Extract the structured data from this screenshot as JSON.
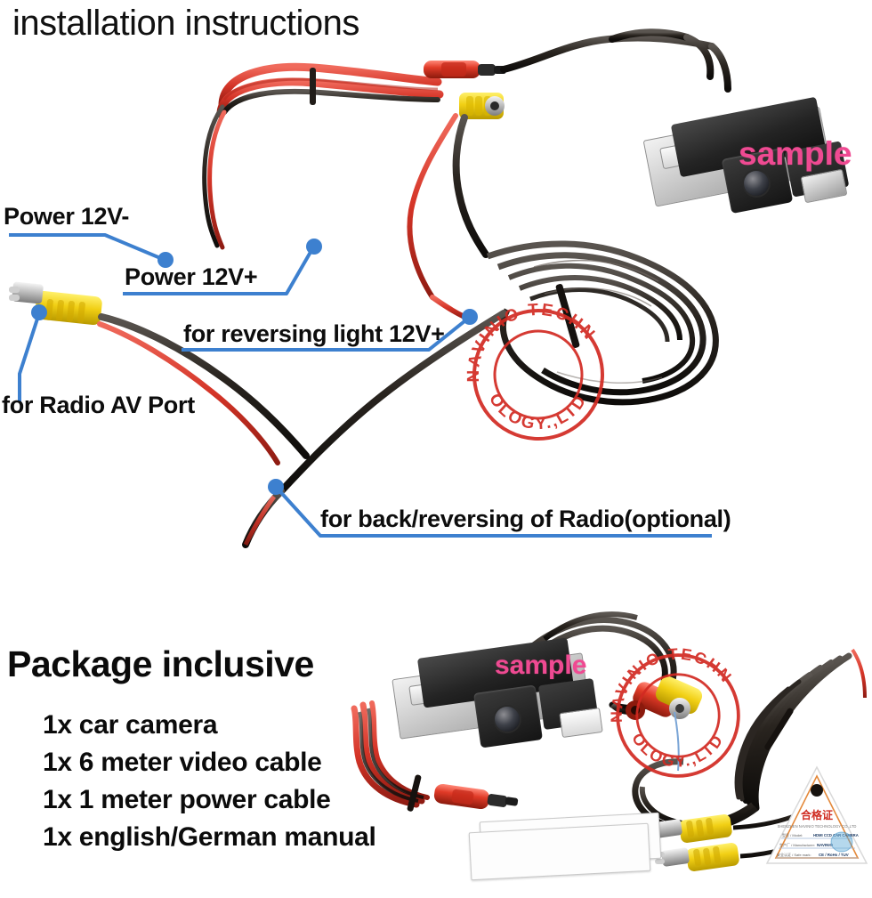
{
  "sections": {
    "install": {
      "heading": "installation instructions",
      "callouts": [
        {
          "id": "power-neg",
          "label": "Power 12V-"
        },
        {
          "id": "power-pos",
          "label": "Power 12V+"
        },
        {
          "id": "reversing-light",
          "label": "for reversing light 12V+"
        },
        {
          "id": "radio-av",
          "label": "for Radio AV Port"
        },
        {
          "id": "radio-back",
          "label": "for back/reversing of Radio(optional)"
        }
      ],
      "sample_watermark": "sample",
      "stamp_text": "NAVINIO TECHNOLOGY.,LTD"
    },
    "package": {
      "heading": "Package inclusive",
      "items": [
        "1x car camera",
        "1x 6 meter video cable",
        "1x 1 meter power cable",
        "1x english/German manual"
      ],
      "sample_watermark": "sample",
      "stamp_text": "NAVINIO TECHNOLOGY.,LTD",
      "cert_label": {
        "title": "合格证",
        "subtitle": "SHENZHEN NAVINIO TECHNOLOGY CO.,LTD",
        "rows": [
          {
            "key": "型号 / Model:",
            "value": "HDMI CCD CAR CAMERA"
          },
          {
            "key": "生产厂 / Manufacturer:",
            "value": "NAVINIO"
          },
          {
            "key": "安全认证 / Safe mark:",
            "value": "CE / RoHs / TUV"
          }
        ]
      }
    }
  },
  "colors": {
    "leader_blue": "#3d80cf",
    "sample_pink": "#ef4a92",
    "stamp_red": "#d22a22",
    "wire_red": "#d03a33",
    "wire_black": "#2a2420",
    "connector_yellow": "#f2d021",
    "text_black": "#0d0d0d"
  }
}
